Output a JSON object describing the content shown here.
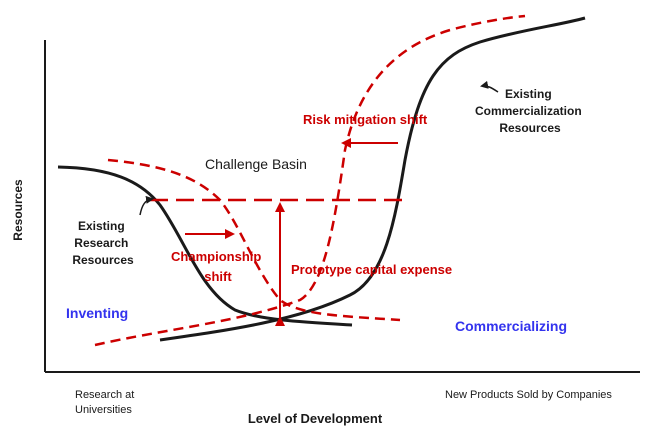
{
  "axes": {
    "y_label": "Resources",
    "x_label": "Level of Development",
    "x_left": [
      "Research at",
      "Universities"
    ],
    "x_right": "New Products Sold by Companies"
  },
  "labels": {
    "challenge_basin": "Challenge Basin",
    "risk_mitigation": "Risk mitigation shift",
    "existing_commercialization": [
      "Existing",
      "Commercialization",
      "Resources"
    ],
    "existing_research": [
      "Existing",
      "Research",
      "Resources"
    ],
    "championship": [
      "Championship",
      "shift"
    ],
    "prototype": "Prototype capital expense",
    "inventing": "Inventing",
    "commercializing": "Commercializing"
  },
  "colors": {
    "existing_curve": "#1a1a1a",
    "shifted_curve": "#cc0000",
    "phase_label": "#3333ee"
  }
}
